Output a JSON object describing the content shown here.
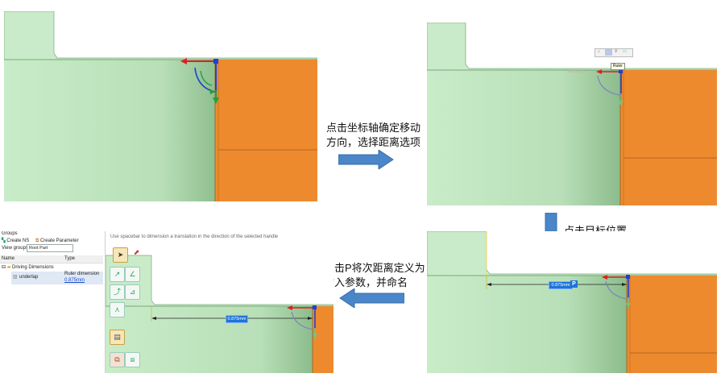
{
  "captions": {
    "step1": "点击坐标轴确定移动\n方向，选择距离选项",
    "step2": "点击目标位置\n出现距离值",
    "step3": "点击P将次距离定义为\n输入参数，并命名"
  },
  "panel_tr": {
    "tooltip": "Ruler"
  },
  "panel_br": {
    "dimension_value": "0.875mm",
    "p_badge": "P"
  },
  "panel_bl": {
    "groups_label": "Groups",
    "create_ns": "Create NS",
    "create_parameter": "Create Parameter",
    "view_groups_label": "View groups in:",
    "view_groups_value": "Root Part",
    "col_name": "Name",
    "col_type": "Type",
    "driving_dimensions": "Driving Dimensions",
    "item_name": "underlap",
    "item_type": "Ruler dimension",
    "item_value": "0.875mm",
    "hint": "Use spacebar to dimension a translation in the direction of the selected handle",
    "dimension_value": "0.875mm"
  },
  "colors": {
    "green_face": "#c6e9c6",
    "green_dark": "#7fb27f",
    "orange": "#ee8a2e",
    "arrow_blue": "#4a86c8",
    "handle_red": "#e02020",
    "handle_blue": "#2040d0",
    "handle_green": "#20a040"
  }
}
